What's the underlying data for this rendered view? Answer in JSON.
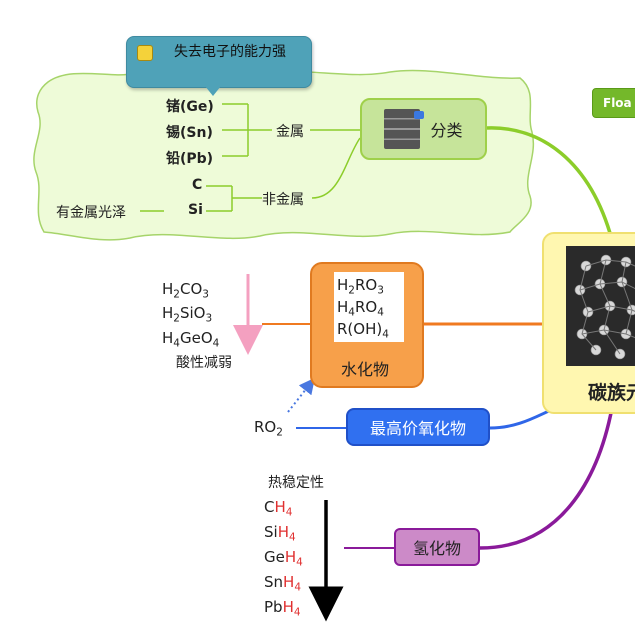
{
  "colors": {
    "cloud_fill": "#eefbd8",
    "cloud_stroke": "#a6d46a",
    "classify_fill": "#c6e49a",
    "green_branch": "#8ccd2a",
    "orange_branch": "#f07a20",
    "hydroxide_fill": "#f7a04a",
    "blue_branch": "#2f66e8",
    "oxide_fill": "#3070f0",
    "purple_branch": "#8a1a9a",
    "hydride_fill": "#cc8ac8",
    "center_fill": "#fff7b0",
    "tooltip_fill": "#4fa2b8",
    "float_fill": "#74b82a",
    "pink_arrow": "#f4a0c0",
    "dotted_arrow": "#4a78e0",
    "formula_red": "#e03030"
  },
  "tooltip": {
    "text": "失去电子的能力强",
    "icon": "thumbs-up-icon"
  },
  "float_label": "Floa",
  "classification": {
    "label": "分类",
    "icon": "server-rack-icon",
    "metal": {
      "label": "金属",
      "elements": [
        "锗(Ge)",
        "锡(Sn)",
        "铅(Pb)"
      ]
    },
    "nonmetal": {
      "label": "非金属",
      "elements": [
        "C",
        "Si"
      ],
      "si_note": "有金属光泽"
    }
  },
  "center": {
    "label": "碳族元"
  },
  "hydroxide": {
    "label": "水化物",
    "acids": [
      {
        "parts": [
          "H",
          "2",
          "CO",
          "3"
        ]
      },
      {
        "parts": [
          "H",
          "2",
          "SiO",
          "3"
        ]
      },
      {
        "parts": [
          "H",
          "4",
          "GeO",
          "4"
        ]
      }
    ],
    "acid_trend": "酸性减弱",
    "general": [
      {
        "parts": [
          "H",
          "2",
          "RO",
          "3"
        ]
      },
      {
        "parts": [
          "H",
          "4",
          "RO",
          "4"
        ]
      },
      {
        "parts": [
          "R(OH)",
          "4"
        ]
      }
    ]
  },
  "oxide": {
    "label": "最高价氧化物",
    "formula": [
      "RO",
      "2"
    ]
  },
  "hydride": {
    "label": "氢化物",
    "stability": "热稳定性",
    "formulas": [
      {
        "el": "C",
        "h": "H",
        "n": "4"
      },
      {
        "el": "Si",
        "h": "H",
        "n": "4"
      },
      {
        "el": "Ge",
        "h": "H",
        "n": "4"
      },
      {
        "el": "Sn",
        "h": "H",
        "n": "4"
      },
      {
        "el": "Pb",
        "h": "H",
        "n": "4"
      }
    ]
  }
}
